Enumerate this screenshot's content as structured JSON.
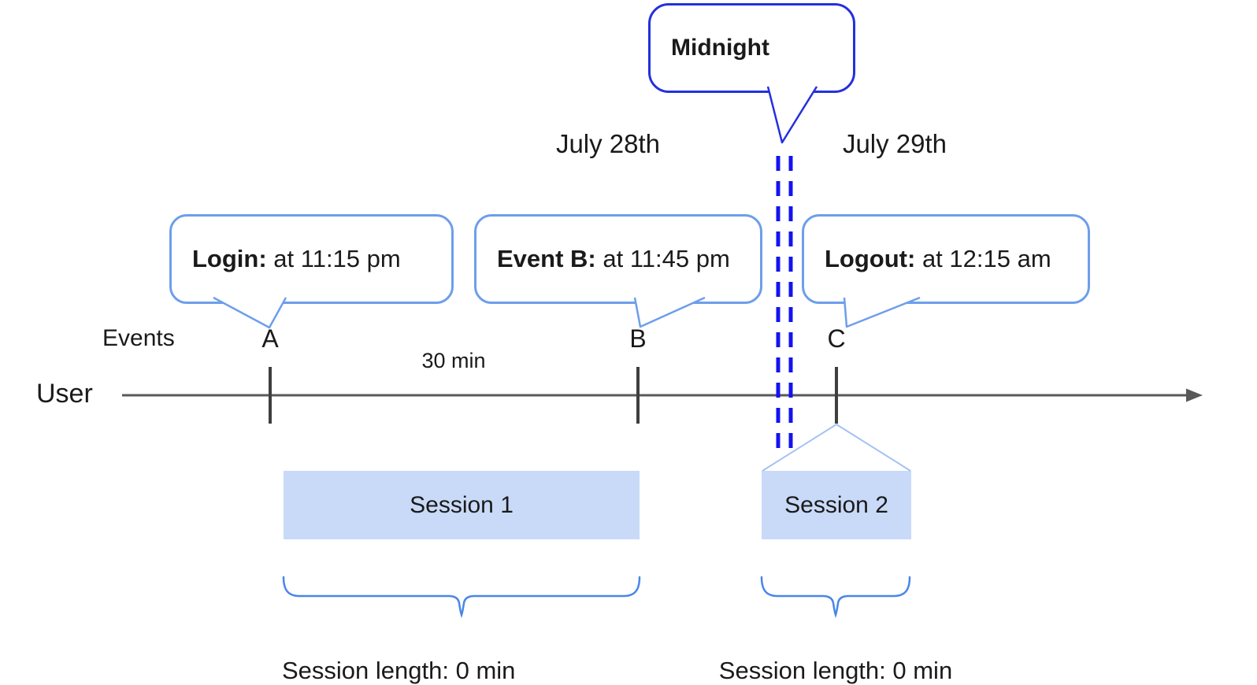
{
  "callouts": {
    "midnight": {
      "label": "Midnight"
    },
    "login": {
      "bold": "Login:",
      "rest": " at 11:15 pm"
    },
    "event_b": {
      "bold": "Event B:",
      "rest": " at 11:45 pm"
    },
    "logout": {
      "bold": "Logout:",
      "rest": " at 12:15 am"
    }
  },
  "dates": {
    "left": "July 28th",
    "right": "July 29th"
  },
  "timeline": {
    "axis_label": "User",
    "events_label": "Events",
    "interval_label": "30 min",
    "event_marks": [
      "A",
      "B",
      "C"
    ]
  },
  "sessions": [
    {
      "label": "Session 1",
      "length_label": "Session length: 0 min"
    },
    {
      "label": "Session 2",
      "length_label": "Session length: 0 min"
    }
  ],
  "colors": {
    "callout_border": "#6d9eeb",
    "midnight_border": "#2430dd",
    "dash_blue": "#1313f0",
    "session_fill": "#c9daf8",
    "funnel_line": "#a4c2f4",
    "brace_blue": "#4a86e8",
    "axis_gray": "#595959",
    "tick_gray": "#3f3f3f"
  }
}
